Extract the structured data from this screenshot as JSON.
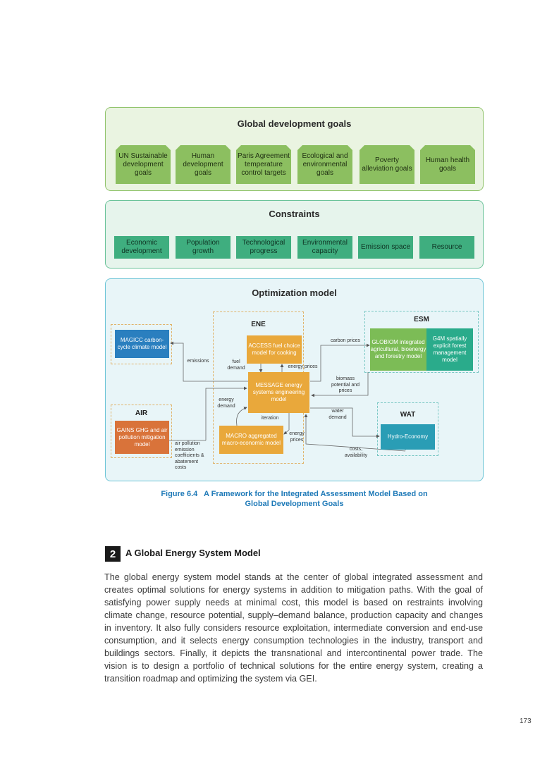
{
  "goals": {
    "title": "Global development goals",
    "items": [
      "UN Sustainable development goals",
      "Human development goals",
      "Paris Agreement temperature control targets",
      "Ecological and environmental goals",
      "Poverty alleviation goals",
      "Human health goals"
    ]
  },
  "constraints": {
    "title": "Constraints",
    "items": [
      "Economic development",
      "Population growth",
      "Technological progress",
      "Environmental capacity",
      "Emission space",
      "Resource"
    ]
  },
  "optimization": {
    "title": "Optimization model",
    "ene": {
      "title": "ENE",
      "access": "ACCESS fuel choice model for cooking",
      "message": "MESSAGE energy systems engineering model",
      "macro": "MACRO aggregated macro-economic model"
    },
    "esm": {
      "title": "ESM",
      "globiom": "GLOBIOM integrated agricultural, bioenergy and forestry model",
      "g4m": "G4M spatially explicit forest management model"
    },
    "air": {
      "title": "AIR",
      "gains": "GAINS GHG and air pollution mitigation model"
    },
    "wat": {
      "title": "WAT",
      "hydro": "Hydro-Economy"
    },
    "magicc": "MAGICC carbon-cycle climate model",
    "labels": {
      "emissions": "emissions",
      "fuel_demand": "fuel demand",
      "energy_prices_top": "energy prices",
      "carbon_prices": "carbon prices",
      "biomass": "biomass potential and prices",
      "energy_demand": "energy demand",
      "iteration": "iteration",
      "water_demand": "water demand",
      "energy_prices_bottom": "energy prices",
      "costs": "costs, availability",
      "air_pollution": "air pollution emission coefficients & abatement costs"
    }
  },
  "figure": {
    "caption_line1": "Figure 6.4   A Framework for the Integrated Assessment Model Based on",
    "caption_line2": "Global Development Goals"
  },
  "section": {
    "number": "2",
    "title": "A Global Energy System Model",
    "body": "The global energy system model stands at the center of global integrated assessment and creates optimal solutions for energy systems in addition to mitigation paths. With the goal of satisfying power supply needs at minimal cost, this model is based on restraints involving climate change, resource potential, supply–demand balance, production capacity and changes in inventory. It also fully considers resource exploitation, intermediate conversion and end-use consumption, and it selects energy consumption technologies in the industry, transport and buildings sectors. Finally, it depicts the transnational and intercontinental power trade. The vision is to design a portfolio of technical solutions for the entire energy system, creating a transition roadmap and optimizing the system via GEI."
  },
  "page_number": "173",
  "colors": {
    "goal_box": "#8cbf60",
    "constraint_box": "#3fae7f",
    "ene_box": "#e9a83b",
    "magicc_box": "#2a7fbf",
    "gains_box": "#d9733a",
    "hydro_box": "#2a9db5",
    "caption": "#1f7ab8"
  }
}
